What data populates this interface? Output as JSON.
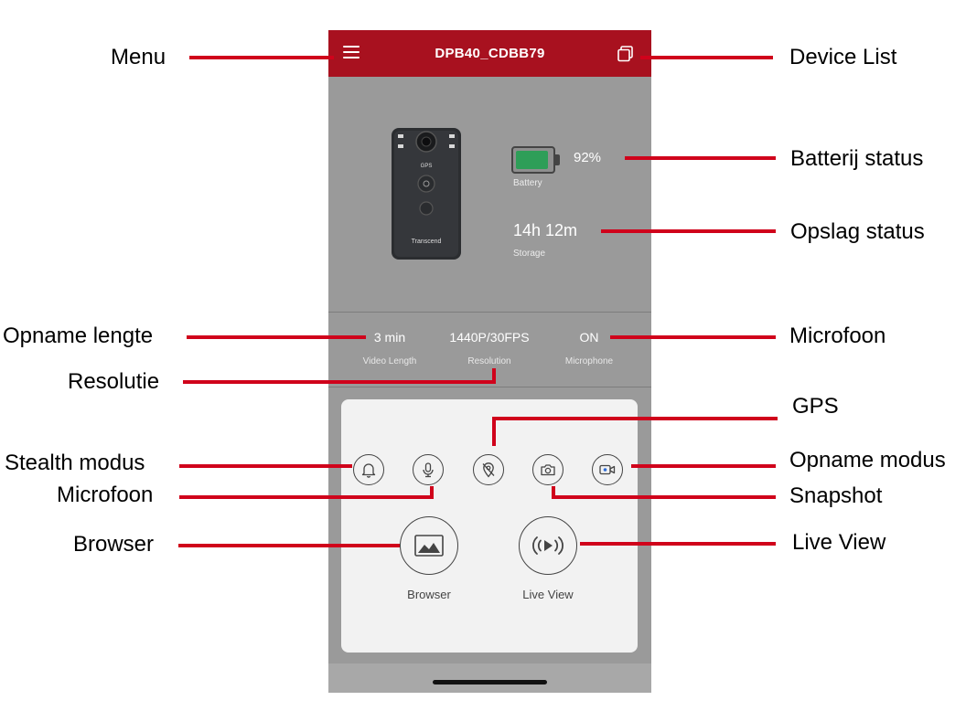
{
  "app": {
    "device_name": "DPB40_CDBB79",
    "brand": "Transcend",
    "camera_gps_text": "GPS"
  },
  "battery": {
    "percent": 92,
    "percent_text": "92%",
    "caption": "Battery",
    "fill_color": "#2e9e58"
  },
  "storage": {
    "value": "14h 12m",
    "caption": "Storage"
  },
  "stats": [
    {
      "value": "3 min",
      "caption": "Video Length"
    },
    {
      "value": "1440P/30FPS",
      "caption": "Resolution"
    },
    {
      "value": "ON",
      "caption": "Microphone"
    }
  ],
  "controls": {
    "icons": [
      "bell-icon",
      "microphone-icon",
      "gps-off-icon",
      "camera-icon",
      "video-record-icon"
    ],
    "browser_label": "Browser",
    "liveview_label": "Live View"
  },
  "annotations": {
    "menu": "Menu",
    "device_list": "Device List",
    "battery_status": "Batterij status",
    "storage_status": "Opslag status",
    "record_length": "Opname lengte",
    "microphone_right": "Microfoon",
    "resolution": "Resolutie",
    "gps": "GPS",
    "stealth_mode": "Stealth  modus",
    "record_mode": "Opname modus",
    "microphone_left": "Microfoon",
    "snapshot": "Snapshot",
    "browser": "Browser",
    "live_view": "Live View"
  },
  "colors": {
    "header": "#a8111f",
    "screen_bg": "#9a9a9a",
    "panel_bg": "#f2f2f2",
    "leader_line": "#d0021b"
  }
}
